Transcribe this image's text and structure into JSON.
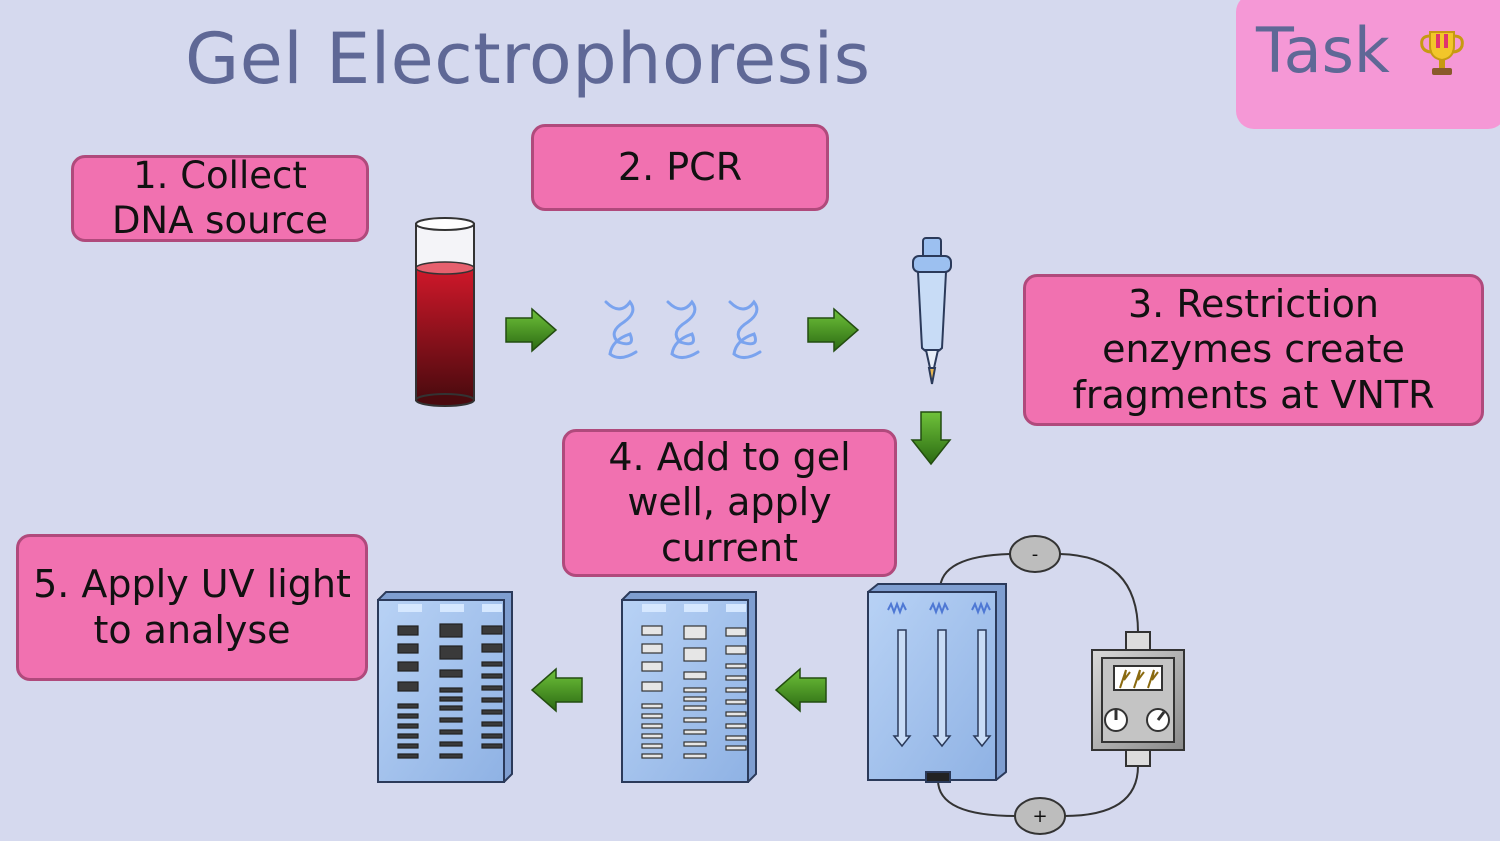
{
  "title": "Gel Electrophoresis",
  "task": {
    "label": "Task",
    "icon": "trophy-icon"
  },
  "steps": [
    {
      "label": "1. Collect DNA source"
    },
    {
      "label": "2. PCR"
    },
    {
      "label": "3. Restriction enzymes create fragments at VNTR"
    },
    {
      "label": "4. Add to gel well, apply current"
    },
    {
      "label": "5. Apply UV light to analyse"
    }
  ],
  "electrodes": {
    "negative": "-",
    "positive": "+"
  },
  "colors": {
    "background": "#d5d9ee",
    "step_box": "#f171b0",
    "task_box": "#f598d6",
    "title": "#5f6896",
    "arrow": "#3e8e1a",
    "gel": "#a8c4ee"
  }
}
